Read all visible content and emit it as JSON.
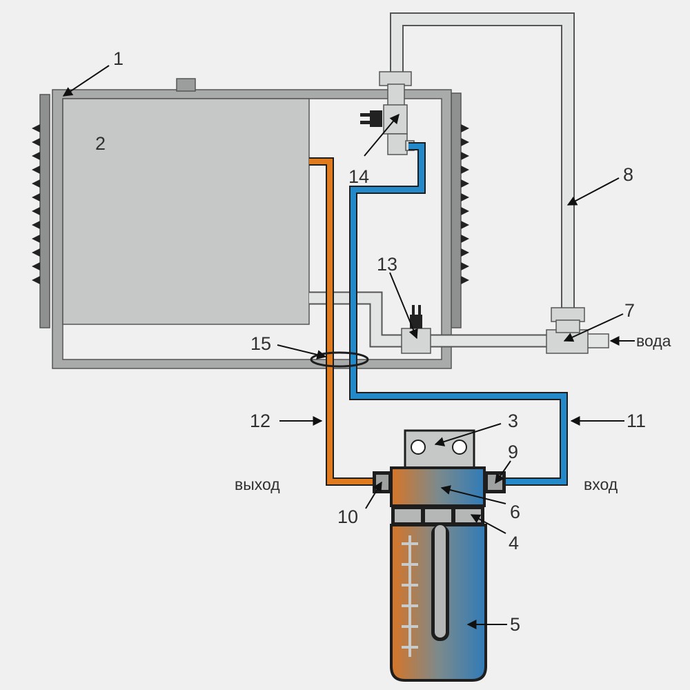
{
  "callouts": {
    "c1": "1",
    "c2": "2",
    "c3": "3",
    "c4": "4",
    "c5": "5",
    "c6": "6",
    "c7": "7",
    "c8": "8",
    "c9": "9",
    "c10": "10",
    "c11": "11",
    "c12": "12",
    "c13": "13",
    "c14": "14",
    "c15": "15"
  },
  "words": {
    "water": "вода",
    "inlet": "вход",
    "outlet": "выход"
  },
  "colors": {
    "background": "#f0f0f0",
    "frame": "#a9abab",
    "tank": "#c6c7c7",
    "cold_line": "#2389c9",
    "hot_line": "#e07a1f",
    "water_pipe": "#e3e5e5",
    "filter_hot": "#d77526",
    "filter_cold": "#2f7bb8"
  }
}
